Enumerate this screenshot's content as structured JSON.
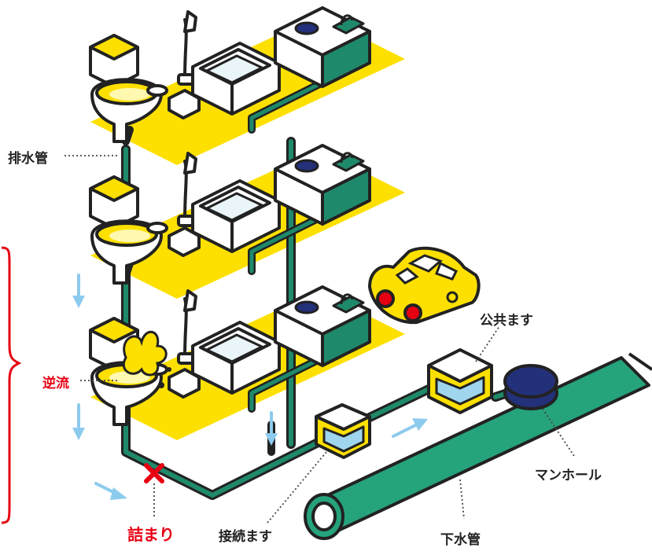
{
  "labels": {
    "drain_pipe": "排水管",
    "backflow": "逆流",
    "clog": "詰まり",
    "connection_basin": "接続ます",
    "public_basin": "公共ます",
    "manhole": "マンホール",
    "sewer_pipe": "下水管"
  },
  "floors": 3,
  "colors": {
    "floor": "#fde000",
    "pipe": "#1f8a6b",
    "pipe_dark": "#15624c",
    "outline": "#222222",
    "sewer": "#25a37c",
    "water": "#9fd6ee",
    "arrow": "#8ccbed",
    "alert": "#e60012",
    "car": "#fde000",
    "wheel": "#e60012",
    "manhole_lid": "#23307a"
  },
  "icons": [
    "toilet-icon",
    "shower-icon",
    "sink-icon",
    "kitchen-sink-icon",
    "car-icon",
    "clog-x-icon",
    "flow-arrow-icon"
  ]
}
